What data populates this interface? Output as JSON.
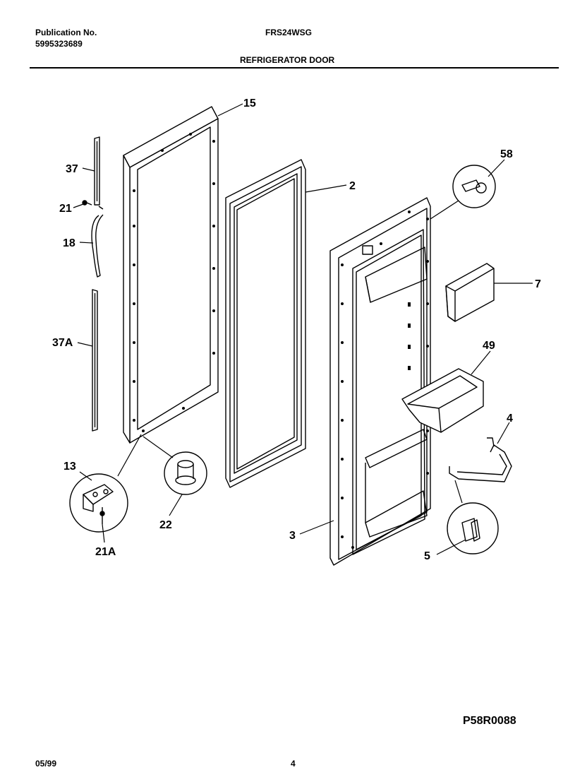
{
  "header": {
    "publication_label": "Publication No.",
    "publication_number": "5995323689",
    "model": "FRS24WSG",
    "section_title": "REFRIGERATOR DOOR"
  },
  "callouts": {
    "p15": "15",
    "p2": "2",
    "p58": "58",
    "p37": "37",
    "p21": "21",
    "p18": "18",
    "p37a": "37A",
    "p7": "7",
    "p49": "49",
    "p4": "4",
    "p13": "13",
    "p22": "22",
    "p21a": "21A",
    "p3": "3",
    "p5": "5"
  },
  "footer": {
    "diagram_code": "P58R0088",
    "date": "05/99",
    "page_number": "4"
  }
}
